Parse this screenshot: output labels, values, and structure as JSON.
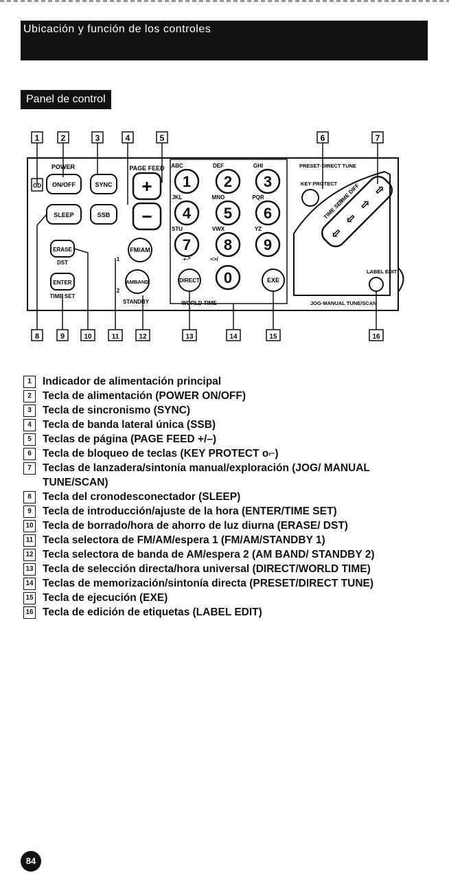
{
  "header": {
    "title": "Ubicación y función de los controles"
  },
  "section": {
    "label": "Panel de control"
  },
  "diagram": {
    "top_numbers": [
      "1",
      "2",
      "3",
      "4",
      "5",
      "6",
      "7"
    ],
    "bottom_numbers": [
      "8",
      "9",
      "10",
      "11",
      "12",
      "13",
      "14",
      "15",
      "16"
    ],
    "labels": {
      "power": "POWER",
      "on_off": "ON/OFF",
      "indicator": "OD",
      "sync": "SYNC",
      "page_feed": "PAGE FEED",
      "plus": "+",
      "minus": "−",
      "sleep": "SLEEP",
      "ssb": "SSB",
      "erase": "ERASE",
      "dst": "DST",
      "enter": "ENTER",
      "time_set": "TIME SET",
      "fm_am": "FM/AM",
      "am_band": "AMBAND",
      "standby": "STANDBY",
      "num1": "1",
      "num2": "2",
      "direct": "DIRECT",
      "world_time": "WORLD TIME",
      "exe": "EXE",
      "letters_abc": "ABC",
      "letters_def": "DEF",
      "letters_ghi": "GHI",
      "letters_jkl": "JKL",
      "letters_mno": "MNO",
      "letters_pqr": "PQR",
      "letters_stu": "STU",
      "letters_vwx": "VWX",
      "letters_yz": "YZ",
      "symbols_a": "+-*",
      "symbols_b": "<>/",
      "preset": "PRESET·DIRECT TUNE",
      "key_protect": "KEY PROTECT",
      "time_set_arc": "TIME SET",
      "time_diff": "TIME DIFF",
      "label_edit": "LABEL EDIT",
      "jog": "JOG·MANUAL TUNE/SCAN",
      "keys": [
        "1",
        "2",
        "3",
        "4",
        "5",
        "6",
        "7",
        "8",
        "9",
        "0"
      ]
    }
  },
  "items": [
    {
      "num": "1",
      "text": "Indicador de alimentación principal"
    },
    {
      "num": "2",
      "text": "Tecla de alimentación (POWER ON/OFF)"
    },
    {
      "num": "3",
      "text": "Tecla de sincronismo (SYNC)"
    },
    {
      "num": "4",
      "text": "Tecla de banda lateral única (SSB)"
    },
    {
      "num": "5",
      "text": "Teclas de página (PAGE FEED +/–)"
    },
    {
      "num": "6",
      "text": "Tecla de bloqueo de teclas (KEY PROTECT o⌐)"
    },
    {
      "num": "7",
      "text": "Teclas de lanzadera/sintonía manual/exploración (JOG/ MANUAL TUNE/SCAN)"
    },
    {
      "num": "8",
      "text": "Tecla del cronodesconectador (SLEEP)"
    },
    {
      "num": "9",
      "text": "Tecla de introducción/ajuste de la hora (ENTER/TIME SET)"
    },
    {
      "num": "10",
      "text": "Tecla de borrado/hora de ahorro de luz diurna (ERASE/ DST)"
    },
    {
      "num": "11",
      "text": "Tecla selectora de FM/AM/espera 1 (FM/AM/STANDBY 1)"
    },
    {
      "num": "12",
      "text": "Tecla selectora de banda de AM/espera 2 (AM BAND/ STANDBY 2)"
    },
    {
      "num": "13",
      "text": "Tecla de selección directa/hora universal (DIRECT/WORLD TIME)"
    },
    {
      "num": "14",
      "text": "Teclas de memorización/sintonía directa (PRESET/DIRECT TUNE)"
    },
    {
      "num": "15",
      "text": "Tecla de ejecución (EXE)"
    },
    {
      "num": "16",
      "text": "Tecla de edición de etiquetas (LABEL EDIT)"
    }
  ],
  "page": {
    "number": "84"
  }
}
